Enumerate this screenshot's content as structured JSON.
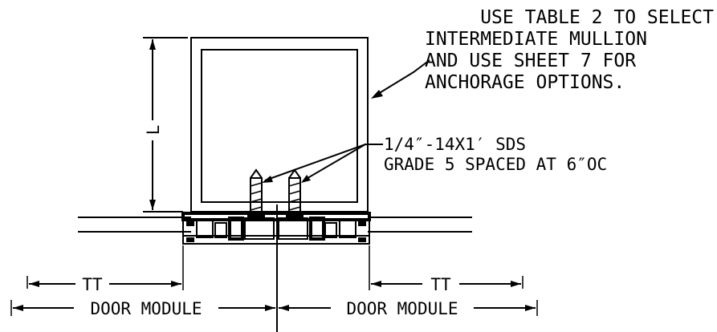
{
  "callouts": {
    "mullion_note": [
      "USE TABLE 2 TO SELECT",
      "INTERMEDIATE MULLION",
      "AND USE SHEET 7 FOR",
      "ANCHORAGE OPTIONS."
    ],
    "fastener_note": [
      "1/4″-14X1′ SDS",
      "GRADE 5 SPACED AT 6″OC"
    ]
  },
  "dimensions": {
    "height_label": "L",
    "left_tt": "TT",
    "right_tt": "TT",
    "left_module": "DOOR MODULE",
    "right_module": "DOOR MODULE"
  }
}
